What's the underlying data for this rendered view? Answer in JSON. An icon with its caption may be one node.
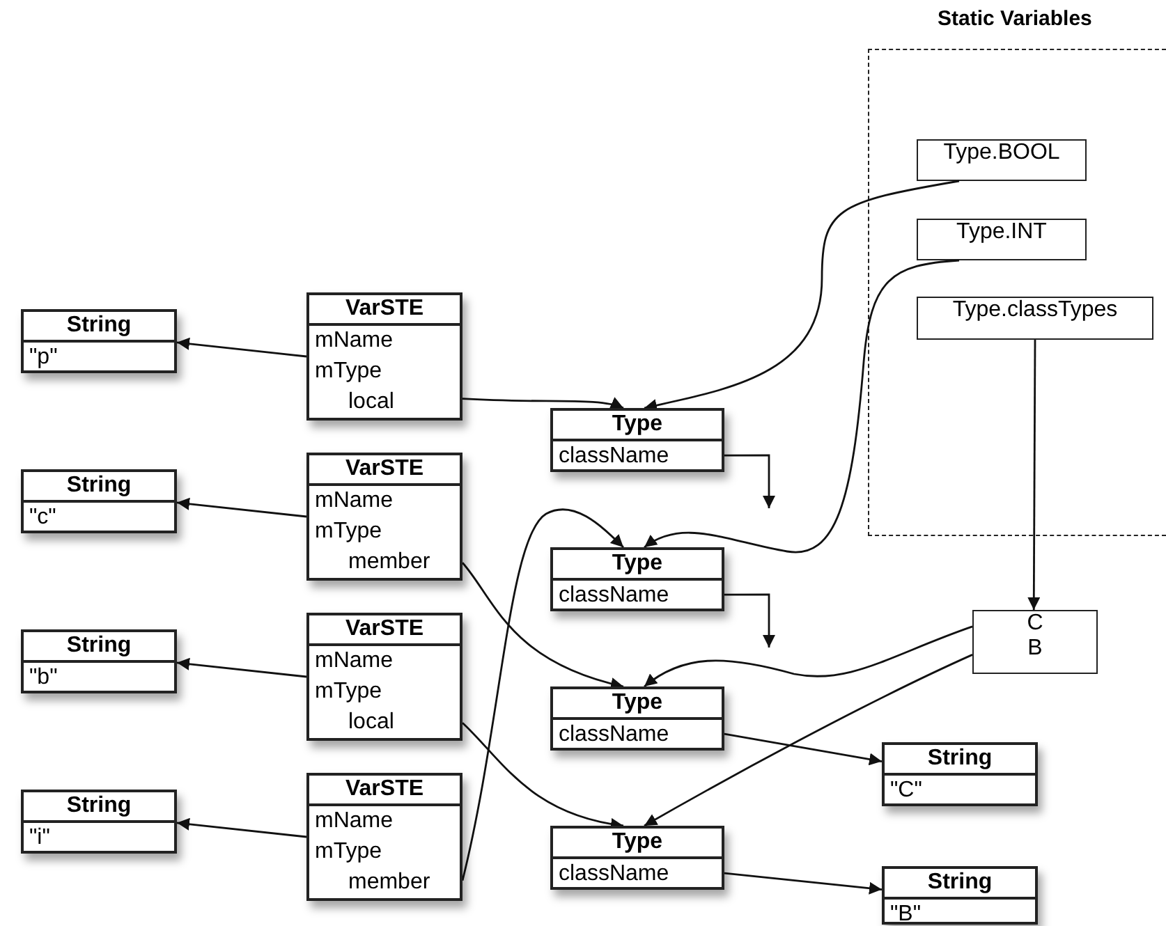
{
  "diagram": {
    "nodes": [
      {
        "text": [
          "Static Variables"
        ]
      },
      {
        "text": [
          "Type.BOOL"
        ],
        "in": 0
      },
      {
        "text": [
          "Type.INT"
        ],
        "in": 0
      },
      {
        "text": [
          "Type.classTypes"
        ],
        "in": 0
      },
      {
        "text": [
          "String",
          "\"p\""
        ]
      },
      {
        "text": [
          "VarSTE",
          "mName",
          "mType",
          "local"
        ]
      },
      {
        "text": [
          "Type",
          "className"
        ]
      },
      {
        "text": [
          "String",
          "\"c\""
        ]
      },
      {
        "text": [
          "VarSTE",
          "mName",
          "mType",
          "member"
        ]
      },
      {
        "text": [
          "Type",
          "className"
        ]
      },
      {
        "text": [
          "C",
          "B"
        ]
      },
      {
        "text": [
          "String",
          "\"b\""
        ]
      },
      {
        "text": [
          "VarSTE",
          "mName",
          "mType",
          "local"
        ]
      },
      {
        "text": [
          "Type",
          "className"
        ]
      },
      {
        "text": [
          "String",
          "\"C\""
        ]
      },
      {
        "text": [
          "String",
          "\"i\""
        ]
      },
      {
        "text": [
          "VarSTE",
          "mName",
          "mType",
          "member"
        ]
      },
      {
        "text": [
          "Type",
          "className"
        ]
      },
      {
        "text": [
          "String",
          "\"B\""
        ]
      }
    ],
    "edges": [
      {
        "from": 5,
        "to": 4,
        "arrow": "to"
      },
      {
        "from": 5,
        "to": 6,
        "arrow": "to"
      },
      {
        "from": 1,
        "to": 6,
        "arrow": "to"
      },
      {
        "from": 6,
        "to": null,
        "arrow": "to"
      },
      {
        "from": 8,
        "to": 7,
        "arrow": "to"
      },
      {
        "from": 16,
        "to": 9,
        "arrow": "to"
      },
      {
        "from": 2,
        "to": 9,
        "arrow": "to"
      },
      {
        "from": 9,
        "to": null,
        "arrow": "to"
      },
      {
        "from": 8,
        "to": 13,
        "arrow": "to"
      },
      {
        "from": 10,
        "to": 13,
        "arrow": "to"
      },
      {
        "from": 12,
        "to": 11,
        "arrow": "to"
      },
      {
        "from": 13,
        "to": 14,
        "arrow": "to"
      },
      {
        "from": 12,
        "to": 17,
        "arrow": "to"
      },
      {
        "from": 10,
        "to": 17,
        "arrow": "to"
      },
      {
        "from": 16,
        "to": 15,
        "arrow": "to"
      },
      {
        "from": 17,
        "to": 18,
        "arrow": "to"
      },
      {
        "from": 3,
        "to": 10,
        "arrow": "to"
      }
    ]
  }
}
